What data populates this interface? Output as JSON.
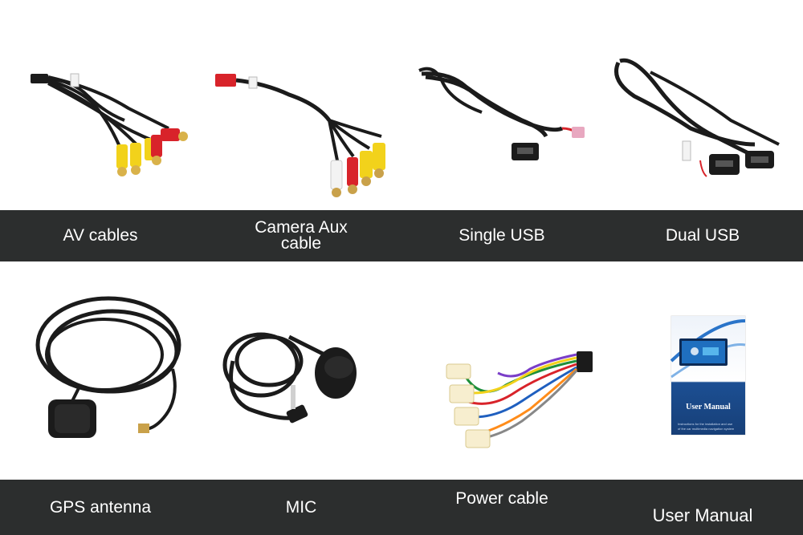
{
  "products": [
    {
      "id": "av-cables",
      "label_lines": [
        "AV cables"
      ],
      "icon": "av-cable-icon"
    },
    {
      "id": "camera-aux-cable",
      "label_lines": [
        "Camera Aux",
        "cable"
      ],
      "icon": "rca-cable-icon"
    },
    {
      "id": "single-usb",
      "label_lines": [
        "Single USB"
      ],
      "icon": "usb-cable-icon"
    },
    {
      "id": "dual-usb",
      "label_lines": [
        "Dual USB"
      ],
      "icon": "dual-usb-cable-icon"
    },
    {
      "id": "gps-antenna",
      "label_lines": [
        "GPS antenna"
      ],
      "icon": "gps-antenna-icon"
    },
    {
      "id": "mic",
      "label_lines": [
        "MIC"
      ],
      "icon": "microphone-icon"
    },
    {
      "id": "power-cable",
      "label_lines": [
        "Power cable"
      ],
      "icon": "wiring-harness-icon"
    },
    {
      "id": "user-manual",
      "label_lines": [
        "User Manual"
      ],
      "icon": "manual-booklet-icon"
    }
  ],
  "manual_cover": {
    "title": "User Manual"
  },
  "colors": {
    "band": "#2c2e2e",
    "label_text": "#ffffff",
    "rca_yellow": "#f2d21b",
    "rca_red": "#d8232a",
    "rca_white": "#f3f3f3",
    "cable_black": "#1b1b1b",
    "manual_blue": "#1c4f93"
  }
}
